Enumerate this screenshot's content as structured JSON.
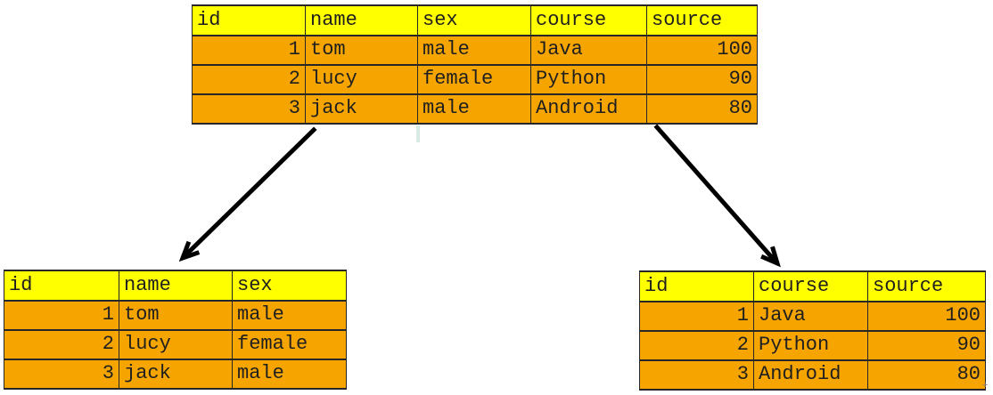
{
  "colors": {
    "background": "#ffffff",
    "header_bg": "#ffff00",
    "row_bg": "#f6a500",
    "border": "#262626",
    "text": "#1f1f1f",
    "arrow": "#000000",
    "caret_artifact": "#d9eae5"
  },
  "tables": {
    "main": {
      "headers": [
        "id",
        "name",
        "sex",
        "course",
        "source"
      ],
      "rows": [
        [
          "1",
          "tom",
          "male",
          "Java",
          "100"
        ],
        [
          "2",
          "lucy",
          "female",
          "Python",
          "90"
        ],
        [
          "3",
          "jack",
          "male",
          "Android",
          "80"
        ]
      ]
    },
    "left": {
      "headers": [
        "id",
        "name",
        "sex"
      ],
      "rows": [
        [
          "1",
          "tom",
          "male"
        ],
        [
          "2",
          "lucy",
          "female"
        ],
        [
          "3",
          "jack",
          "male"
        ]
      ]
    },
    "right": {
      "headers": [
        "id",
        "course",
        "source"
      ],
      "rows": [
        [
          "1",
          "Java",
          "100"
        ],
        [
          "2",
          "Python",
          "90"
        ],
        [
          "3",
          "Android",
          "80"
        ]
      ]
    }
  },
  "icons": {
    "arrow_left": "arrow-down-left",
    "arrow_right": "arrow-down-right"
  },
  "artifacts": {
    "plus_mark": "+"
  }
}
